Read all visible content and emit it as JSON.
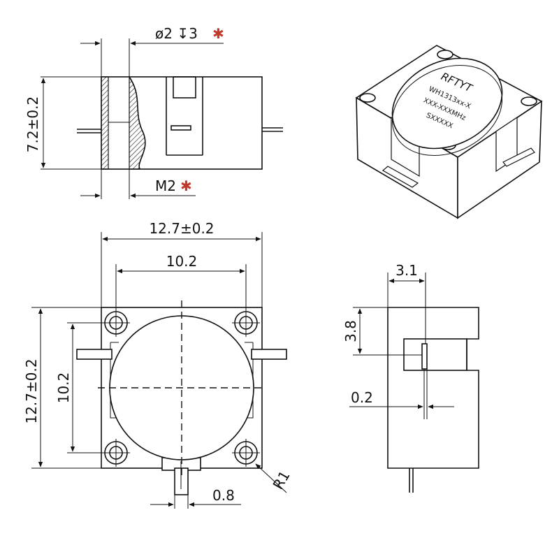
{
  "colors": {
    "line": "#111111",
    "accent": "#c0392b",
    "background": "#ffffff"
  },
  "side_view": {
    "hole_callout": "ø2 ↧3",
    "height_dim": "7.2±0.2",
    "thread_callout": "M2",
    "mark_symbol": "✱"
  },
  "iso_view": {
    "brand": "RFTYT",
    "model": "WH1313xx-X",
    "freq": "XXX-XXXMHz",
    "serial": "SXXXXX"
  },
  "top_view": {
    "width_dim": "12.7±0.2",
    "hole_spacing_x": "10.2",
    "height_dim": "12.7±0.2",
    "hole_spacing_y": "10.2",
    "pin_width": "0.8",
    "radius": "R1"
  },
  "right_view": {
    "dim_top": "3.1",
    "dim_side": "3.8",
    "dim_thick": "0.2"
  }
}
